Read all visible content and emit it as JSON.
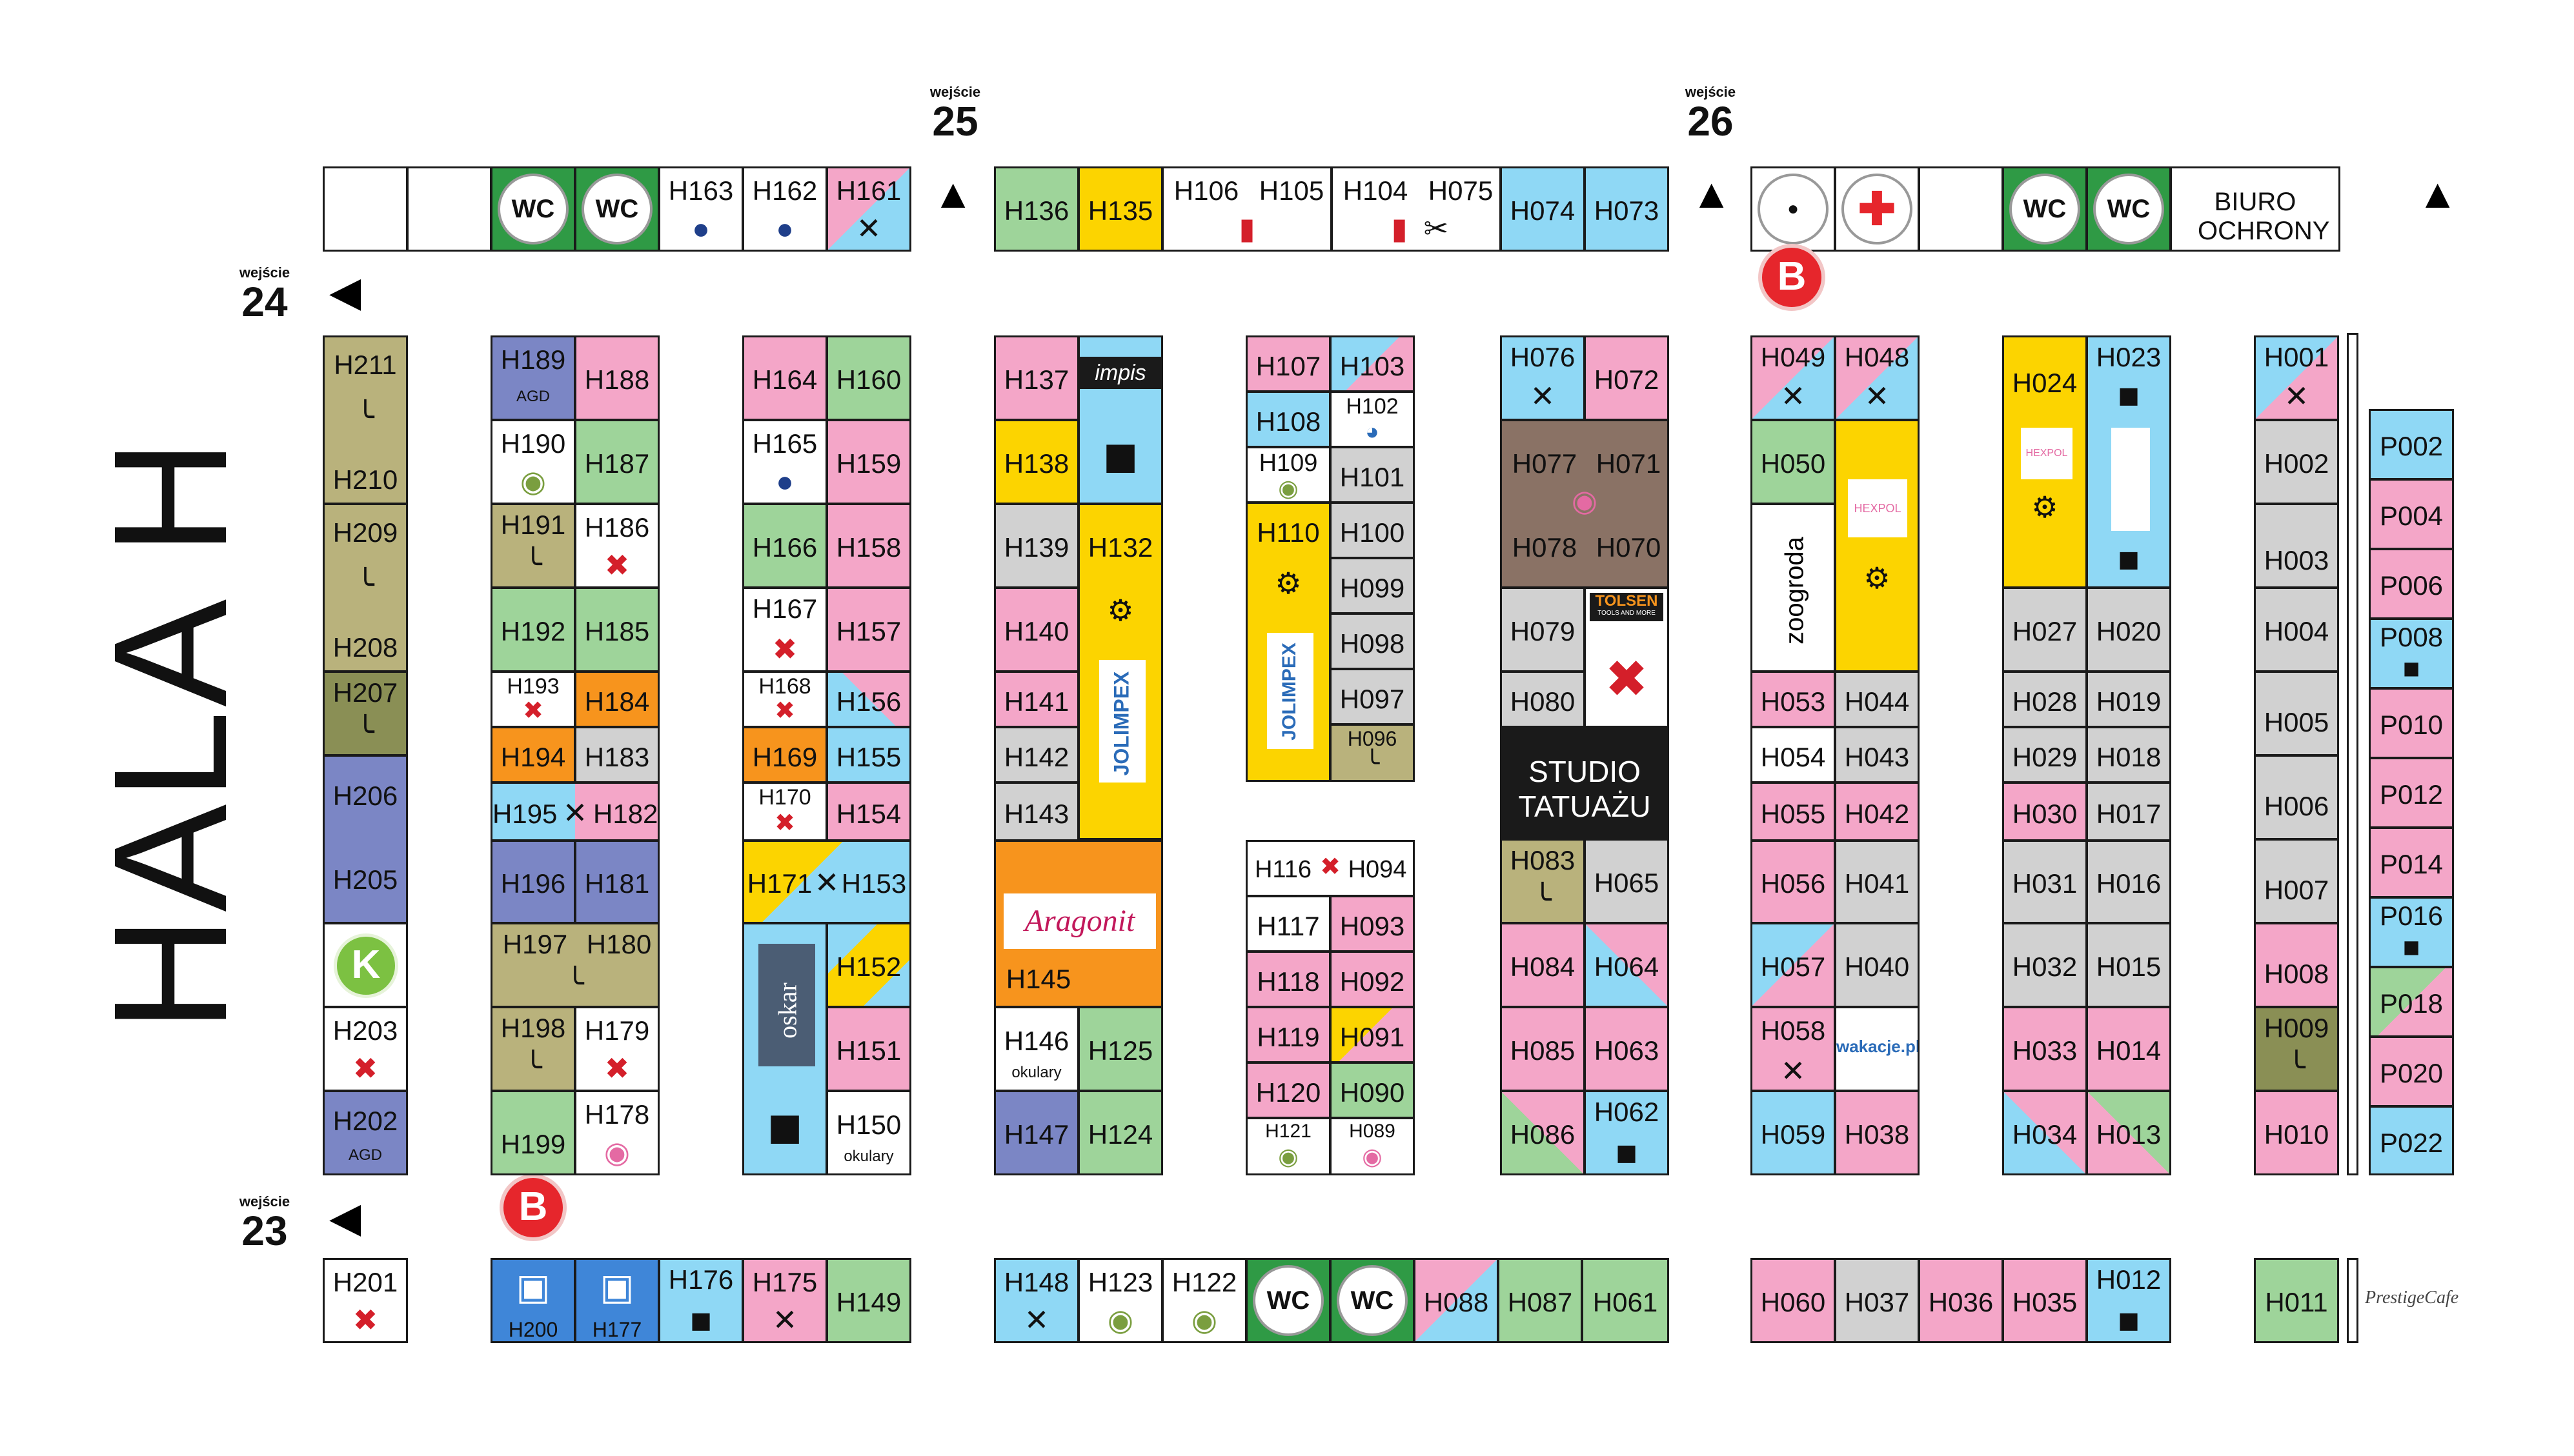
{
  "title": "HALA H",
  "entries": [
    {
      "label": "wejście",
      "number": "25"
    },
    {
      "label": "wejście",
      "number": "26"
    },
    {
      "label": "wejście",
      "number": "24"
    },
    {
      "label": "wejście",
      "number": "23"
    }
  ],
  "badges": {
    "b": "B",
    "k": "K"
  },
  "colors": {
    "pink": "#f4a6c8",
    "blue": "#8fd8f5",
    "green": "#9ed49a",
    "yellow": "#fcd400",
    "purple": "#7b86c5",
    "orange": "#f7941d",
    "grey": "#d1d1d1",
    "brown": "#8a7265",
    "camo": "#b9b27c",
    "wc": "#2f9a45",
    "black": "#1a1a1a"
  },
  "stalls": {
    "top_left": [
      "H163",
      "H162",
      "H161"
    ],
    "top_mid": [
      "H136",
      "H135",
      "H106",
      "H105",
      "H104",
      "H075",
      "H074",
      "H073"
    ],
    "top_right_office": "BIURO OCHRONY",
    "col1": [
      "H211",
      "H210",
      "H209",
      "H208",
      "H207",
      "H206",
      "H205",
      "H203",
      "H202"
    ],
    "col2": [
      "H189",
      "H188",
      "H190",
      "H187",
      "H191",
      "H186",
      "H192",
      "H185",
      "H193",
      "H184",
      "H194",
      "H183",
      "H195",
      "H182",
      "H196",
      "H181",
      "H197",
      "H180",
      "H198",
      "H179",
      "H199",
      "H178"
    ],
    "col3": [
      "H164",
      "H160",
      "H165",
      "H159",
      "H166",
      "H158",
      "H167",
      "H157",
      "H168",
      "H156",
      "H169",
      "H155",
      "H170",
      "H154",
      "H171",
      "H153",
      "H152",
      "H151",
      "H150"
    ],
    "col4": [
      "H137",
      "H138",
      "H139",
      "H132",
      "H140",
      "H141",
      "H142",
      "H143",
      "H145",
      "H146",
      "H125",
      "H147",
      "H124"
    ],
    "col5a": [
      "H107",
      "H103",
      "H108",
      "H102",
      "H109",
      "H101",
      "H110",
      "H100",
      "H099",
      "H098",
      "H097",
      "H096"
    ],
    "col5b": [
      "H116",
      "H094",
      "H117",
      "H093",
      "H118",
      "H092",
      "H119",
      "H091",
      "H120",
      "H090",
      "H121",
      "H089"
    ],
    "col6": [
      "H076",
      "H072",
      "H077",
      "H071",
      "H078",
      "H070",
      "H079",
      "H080",
      "H083",
      "H065",
      "H084",
      "H064",
      "H085",
      "H063",
      "H086",
      "H062"
    ],
    "col7": [
      "H049",
      "H048",
      "H050",
      "H053",
      "H044",
      "H054",
      "H043",
      "H055",
      "H042",
      "H056",
      "H041",
      "H057",
      "H040",
      "H058",
      "H059",
      "H038"
    ],
    "col8": [
      "H024",
      "H023",
      "H027",
      "H020",
      "H028",
      "H019",
      "H029",
      "H018",
      "H030",
      "H017",
      "H031",
      "H016",
      "H032",
      "H015",
      "H033",
      "H014",
      "H034",
      "H013"
    ],
    "col9": [
      "H001",
      "H002",
      "H003",
      "H004",
      "H005",
      "H006",
      "H007",
      "H008",
      "H009",
      "H010"
    ],
    "col10": [
      "P002",
      "P004",
      "P006",
      "P008",
      "P010",
      "P012",
      "P014",
      "P016",
      "P018",
      "P020",
      "P022"
    ],
    "bottom": [
      "H201",
      "H200",
      "H177",
      "H176",
      "H175",
      "H149",
      "H148",
      "H123",
      "H122",
      "H088",
      "H087",
      "H061",
      "H060",
      "H037",
      "H036",
      "H035",
      "H012",
      "H011"
    ]
  },
  "subtexts": {
    "agd": "AGD",
    "okulary": "okulary"
  },
  "labels": {
    "impis": "impis",
    "jolimpex": "JOLIMPEX",
    "aragonit": "Aragonit",
    "oskar": "oskar",
    "tolsen": "TOLSEN",
    "tolsen_sub": "TOOLS AND MORE",
    "studio": "STUDIO TATUAŻU",
    "zoogroda": "zoogroda",
    "wakacje": "wakacje.pl",
    "hexpol": "HEXPOL",
    "prestige": "PrestigeCafe",
    "wc": "WC"
  }
}
